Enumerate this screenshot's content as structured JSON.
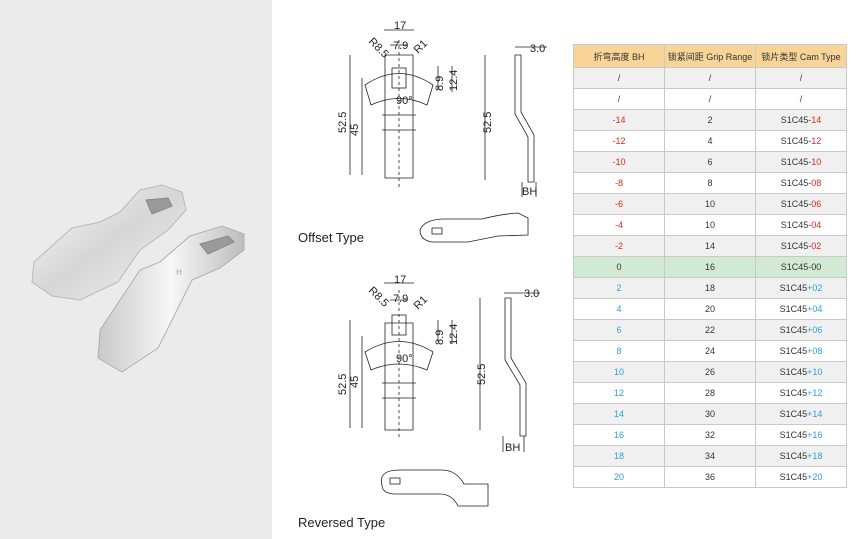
{
  "photo": {
    "mark": "H"
  },
  "labels": {
    "offset": "Offset Type",
    "reversed": "Reversed Type"
  },
  "dims": {
    "width": "17",
    "slot": "7.9",
    "r_large": "R8.5",
    "r_small": "R1",
    "d1": "8.9",
    "d2": "12.4",
    "angle": "90°",
    "total": "52.5",
    "mid": "45",
    "thick": "3.0",
    "bh": "BH",
    "side_total": "52.5"
  },
  "table": {
    "headers": [
      "折弯高度 BH",
      "锁紧间距 Grip Range",
      "锁片类型 Cam Type"
    ],
    "rows": [
      {
        "bh": "/",
        "grip": "/",
        "base": "/",
        "suffix": "",
        "tone": "none"
      },
      {
        "bh": "/",
        "grip": "/",
        "base": "/",
        "suffix": "",
        "tone": "none"
      },
      {
        "bh": "-14",
        "grip": "2",
        "base": "S1C45-",
        "suffix": "14",
        "tone": "neg"
      },
      {
        "bh": "-12",
        "grip": "4",
        "base": "S1C45-",
        "suffix": "12",
        "tone": "neg"
      },
      {
        "bh": "-10",
        "grip": "6",
        "base": "S1C45-",
        "suffix": "10",
        "tone": "neg"
      },
      {
        "bh": "-8",
        "grip": "8",
        "base": "S1C45-",
        "suffix": "08",
        "tone": "neg"
      },
      {
        "bh": "-6",
        "grip": "10",
        "base": "S1C45-",
        "suffix": "06",
        "tone": "neg"
      },
      {
        "bh": "-4",
        "grip": "10",
        "base": "S1C45-",
        "suffix": "04",
        "tone": "neg"
      },
      {
        "bh": "-2",
        "grip": "14",
        "base": "S1C45-",
        "suffix": "02",
        "tone": "neg"
      },
      {
        "bh": "0",
        "grip": "16",
        "base": "S1C45-00",
        "suffix": "",
        "tone": "zero"
      },
      {
        "bh": "2",
        "grip": "18",
        "base": "S1C45",
        "suffix": "+02",
        "tone": "pos"
      },
      {
        "bh": "4",
        "grip": "20",
        "base": "S1C45",
        "suffix": "+04",
        "tone": "pos"
      },
      {
        "bh": "6",
        "grip": "22",
        "base": "S1C45",
        "suffix": "+06",
        "tone": "pos"
      },
      {
        "bh": "8",
        "grip": "24",
        "base": "S1C45",
        "suffix": "+08",
        "tone": "pos"
      },
      {
        "bh": "10",
        "grip": "26",
        "base": "S1C45",
        "suffix": "+10",
        "tone": "pos"
      },
      {
        "bh": "12",
        "grip": "28",
        "base": "S1C45",
        "suffix": "+12",
        "tone": "pos"
      },
      {
        "bh": "14",
        "grip": "30",
        "base": "S1C45",
        "suffix": "+14",
        "tone": "pos"
      },
      {
        "bh": "16",
        "grip": "32",
        "base": "S1C45",
        "suffix": "+16",
        "tone": "pos"
      },
      {
        "bh": "18",
        "grip": "34",
        "base": "S1C45",
        "suffix": "+18",
        "tone": "pos"
      },
      {
        "bh": "20",
        "grip": "36",
        "base": "S1C45",
        "suffix": "+20",
        "tone": "pos"
      }
    ]
  },
  "colors": {
    "header_bg": "#f8d597",
    "zero_row_bg": "#d2ead3",
    "negative": "#e0261e",
    "positive": "#2aa2d6"
  }
}
